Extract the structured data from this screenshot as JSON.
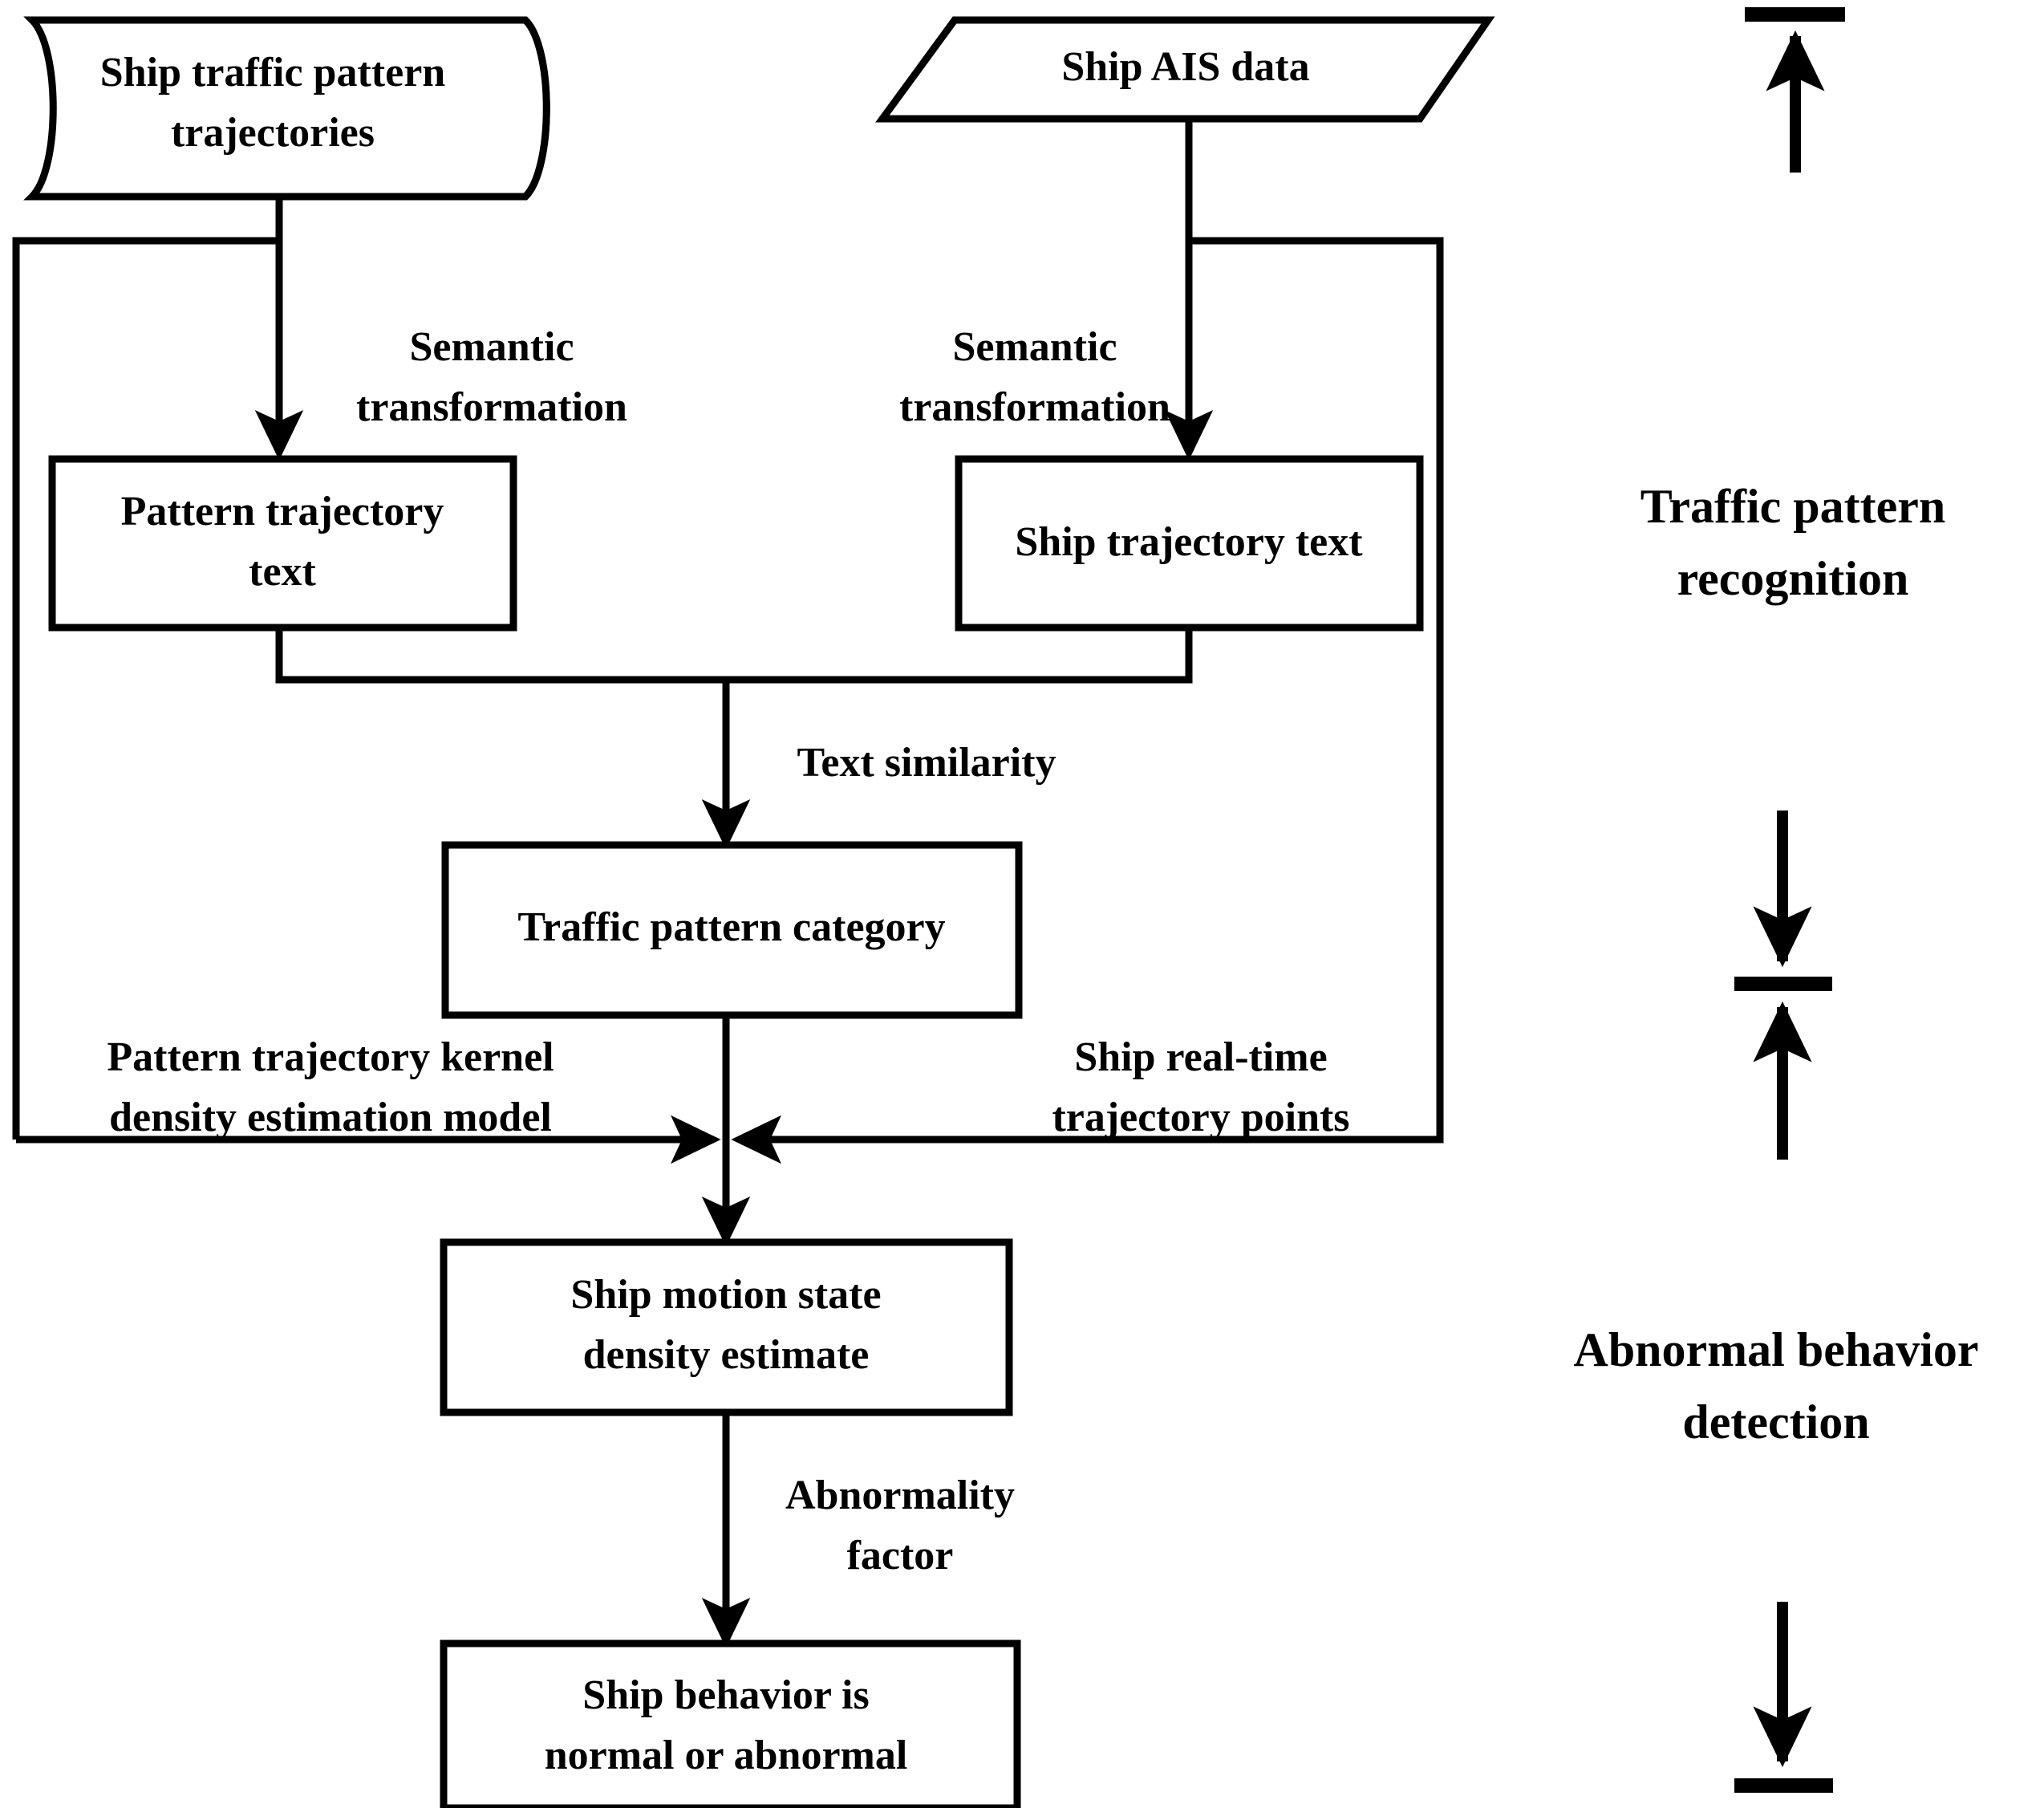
{
  "diagram": {
    "title": "Ship traffic pattern recognition and abnormal behavior detection flowchart",
    "background_color": "#ffffff",
    "line_color": "#000000",
    "text_color": "#000000"
  },
  "nodes": {
    "pattern_trajectories": {
      "label_line1": "Ship traffic pattern",
      "label_line2": "trajectories",
      "shape": "cylinder"
    },
    "ais_data": {
      "label": "Ship AIS  data",
      "shape": "parallelogram"
    },
    "pattern_trajectory_text": {
      "label_line1": "Pattern trajectory",
      "label_line2": "text",
      "shape": "rectangle"
    },
    "ship_trajectory_text": {
      "label": "Ship trajectory text",
      "shape": "rectangle"
    },
    "traffic_pattern_category": {
      "label": "Traffic pattern category",
      "shape": "rectangle"
    },
    "ship_motion_density": {
      "label_line1": "Ship motion state",
      "label_line2": "density estimate",
      "shape": "rectangle"
    },
    "ship_behavior_result": {
      "label_line1": "Ship behavior is",
      "label_line2": "normal or abnormal",
      "shape": "rectangle"
    }
  },
  "edge_labels": {
    "semantic_transformation_left_line1": "Semantic",
    "semantic_transformation_left_line2": "transformation",
    "semantic_transformation_right_line1": "Semantic",
    "semantic_transformation_right_line2": "transformation",
    "text_similarity": "Text similarity",
    "kernel_density_line1": "Pattern trajectory kernel",
    "kernel_density_line2": "density estimation model",
    "realtime_points_line1": "Ship real-time",
    "realtime_points_line2": "trajectory points",
    "abnormality_factor_line1": "Abnormality",
    "abnormality_factor_line2": "factor"
  },
  "phases": {
    "traffic_pattern_recognition_line1": "Traffic pattern",
    "traffic_pattern_recognition_line2": "recognition",
    "abnormal_behavior_detection_line1": "Abnormal behavior",
    "abnormal_behavior_detection_line2": "detection"
  }
}
